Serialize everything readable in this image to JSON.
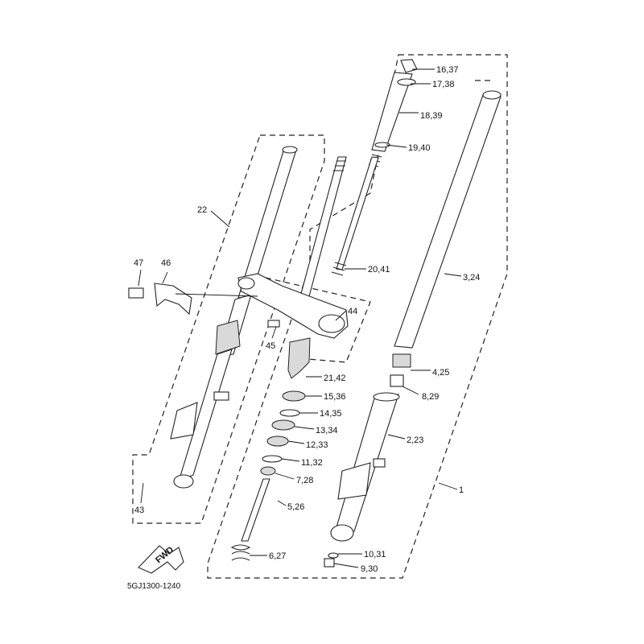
{
  "diagram": {
    "part_number": "5GJ1300-1240",
    "fwd_label": "FWD",
    "callouts": [
      {
        "id": "c1",
        "text": "16,37"
      },
      {
        "id": "c2",
        "text": "17,38"
      },
      {
        "id": "c3",
        "text": "18,39"
      },
      {
        "id": "c4",
        "text": "19,40"
      },
      {
        "id": "c5",
        "text": "20,41"
      },
      {
        "id": "c6",
        "text": "3,24"
      },
      {
        "id": "c7",
        "text": "22"
      },
      {
        "id": "c8",
        "text": "47"
      },
      {
        "id": "c9",
        "text": "46"
      },
      {
        "id": "c10",
        "text": "44"
      },
      {
        "id": "c11",
        "text": "45"
      },
      {
        "id": "c12",
        "text": "21,42"
      },
      {
        "id": "c13",
        "text": "4,25"
      },
      {
        "id": "c14",
        "text": "15,36"
      },
      {
        "id": "c15",
        "text": "8,29"
      },
      {
        "id": "c16",
        "text": "14,35"
      },
      {
        "id": "c17",
        "text": "13,34"
      },
      {
        "id": "c18",
        "text": "2,23"
      },
      {
        "id": "c19",
        "text": "12,33"
      },
      {
        "id": "c20",
        "text": "11,32"
      },
      {
        "id": "c21",
        "text": "7,28"
      },
      {
        "id": "c22",
        "text": "1"
      },
      {
        "id": "c23",
        "text": "43"
      },
      {
        "id": "c24",
        "text": "5,26"
      },
      {
        "id": "c25",
        "text": "6,27"
      },
      {
        "id": "c26",
        "text": "10,31"
      },
      {
        "id": "c27",
        "text": "9,30"
      }
    ]
  }
}
